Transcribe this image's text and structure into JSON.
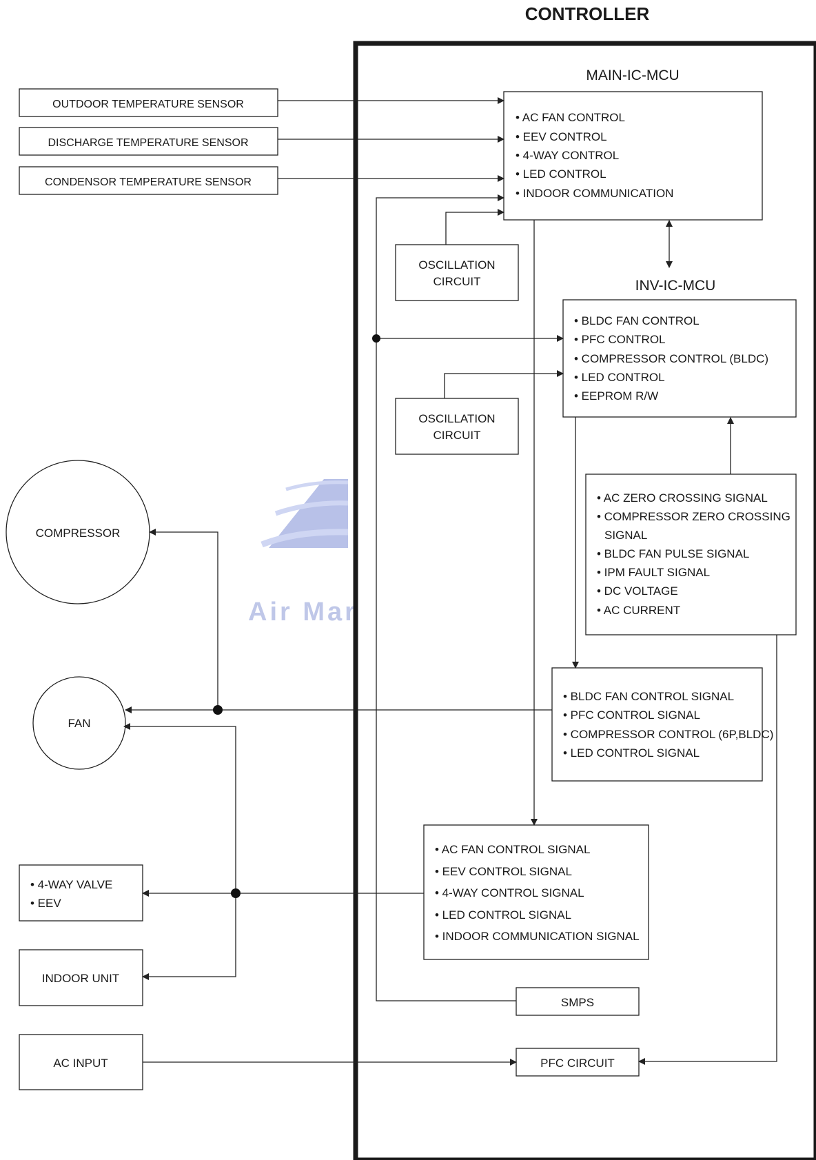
{
  "controller": {
    "title": "CONTROLLER"
  },
  "watermark": {
    "text": "Air Mar"
  },
  "sensors": [
    {
      "label": "OUTDOOR TEMPERATURE SENSOR"
    },
    {
      "label": "DISCHARGE TEMPERATURE SENSOR"
    },
    {
      "label": "CONDENSOR TEMPERATURE SENSOR"
    }
  ],
  "main_mcu": {
    "title": "MAIN-IC-MCU",
    "items": [
      "• AC FAN CONTROL",
      "• EEV CONTROL",
      "• 4-WAY CONTROL",
      "• LED CONTROL",
      "• INDOOR COMMUNICATION"
    ]
  },
  "oscillation_1": {
    "line1": "OSCILLATION",
    "line2": "CIRCUIT"
  },
  "oscillation_2": {
    "line1": "OSCILLATION",
    "line2": "CIRCUIT"
  },
  "inv_mcu": {
    "title": "INV-IC-MCU",
    "items": [
      "• BLDC FAN CONTROL",
      "• PFC CONTROL",
      "• COMPRESSOR CONTROL (BLDC)",
      "• LED CONTROL",
      "• EEPROM R/W"
    ]
  },
  "feedback": {
    "items": [
      "• AC ZERO CROSSING SIGNAL",
      "• COMPRESSOR ZERO CROSSING",
      "SIGNAL",
      "• BLDC FAN PULSE SIGNAL",
      "• IPM FAULT SIGNAL",
      "• DC VOLTAGE",
      "• AC CURRENT"
    ]
  },
  "inv_out": {
    "items": [
      "• BLDC FAN CONTROL SIGNAL",
      "• PFC CONTROL SIGNAL",
      "• COMPRESSOR CONTROL (6P,BLDC)",
      "• LED CONTROL SIGNAL"
    ]
  },
  "main_out": {
    "items": [
      "• AC FAN CONTROL SIGNAL",
      "• EEV CONTROL SIGNAL",
      "• 4-WAY CONTROL SIGNAL",
      "• LED CONTROL SIGNAL",
      "• INDOOR COMMUNICATION SIGNAL"
    ]
  },
  "smps": {
    "label": "SMPS"
  },
  "pfc": {
    "label": "PFC CIRCUIT"
  },
  "compressor": {
    "label": "COMPRESSOR"
  },
  "fan": {
    "label": "FAN"
  },
  "valve": {
    "items": [
      "• 4-WAY VALVE",
      "• EEV"
    ]
  },
  "indoor_unit": {
    "label": "INDOOR UNIT"
  },
  "ac_input": {
    "label": "AC INPUT"
  }
}
